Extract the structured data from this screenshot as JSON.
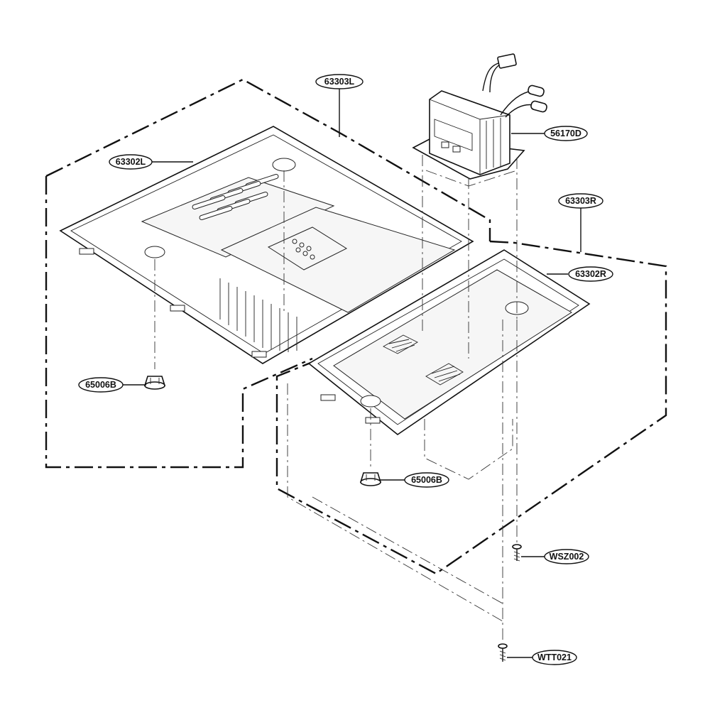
{
  "parts": {
    "cover_left": "63303L",
    "plate_left": "63302L",
    "transformer": "56170D",
    "cover_right": "63303R",
    "plate_right": "63302R",
    "foot_left": "65006B",
    "foot_right": "65006B",
    "screw_1": "WSZ002",
    "screw_2": "WTT021"
  }
}
